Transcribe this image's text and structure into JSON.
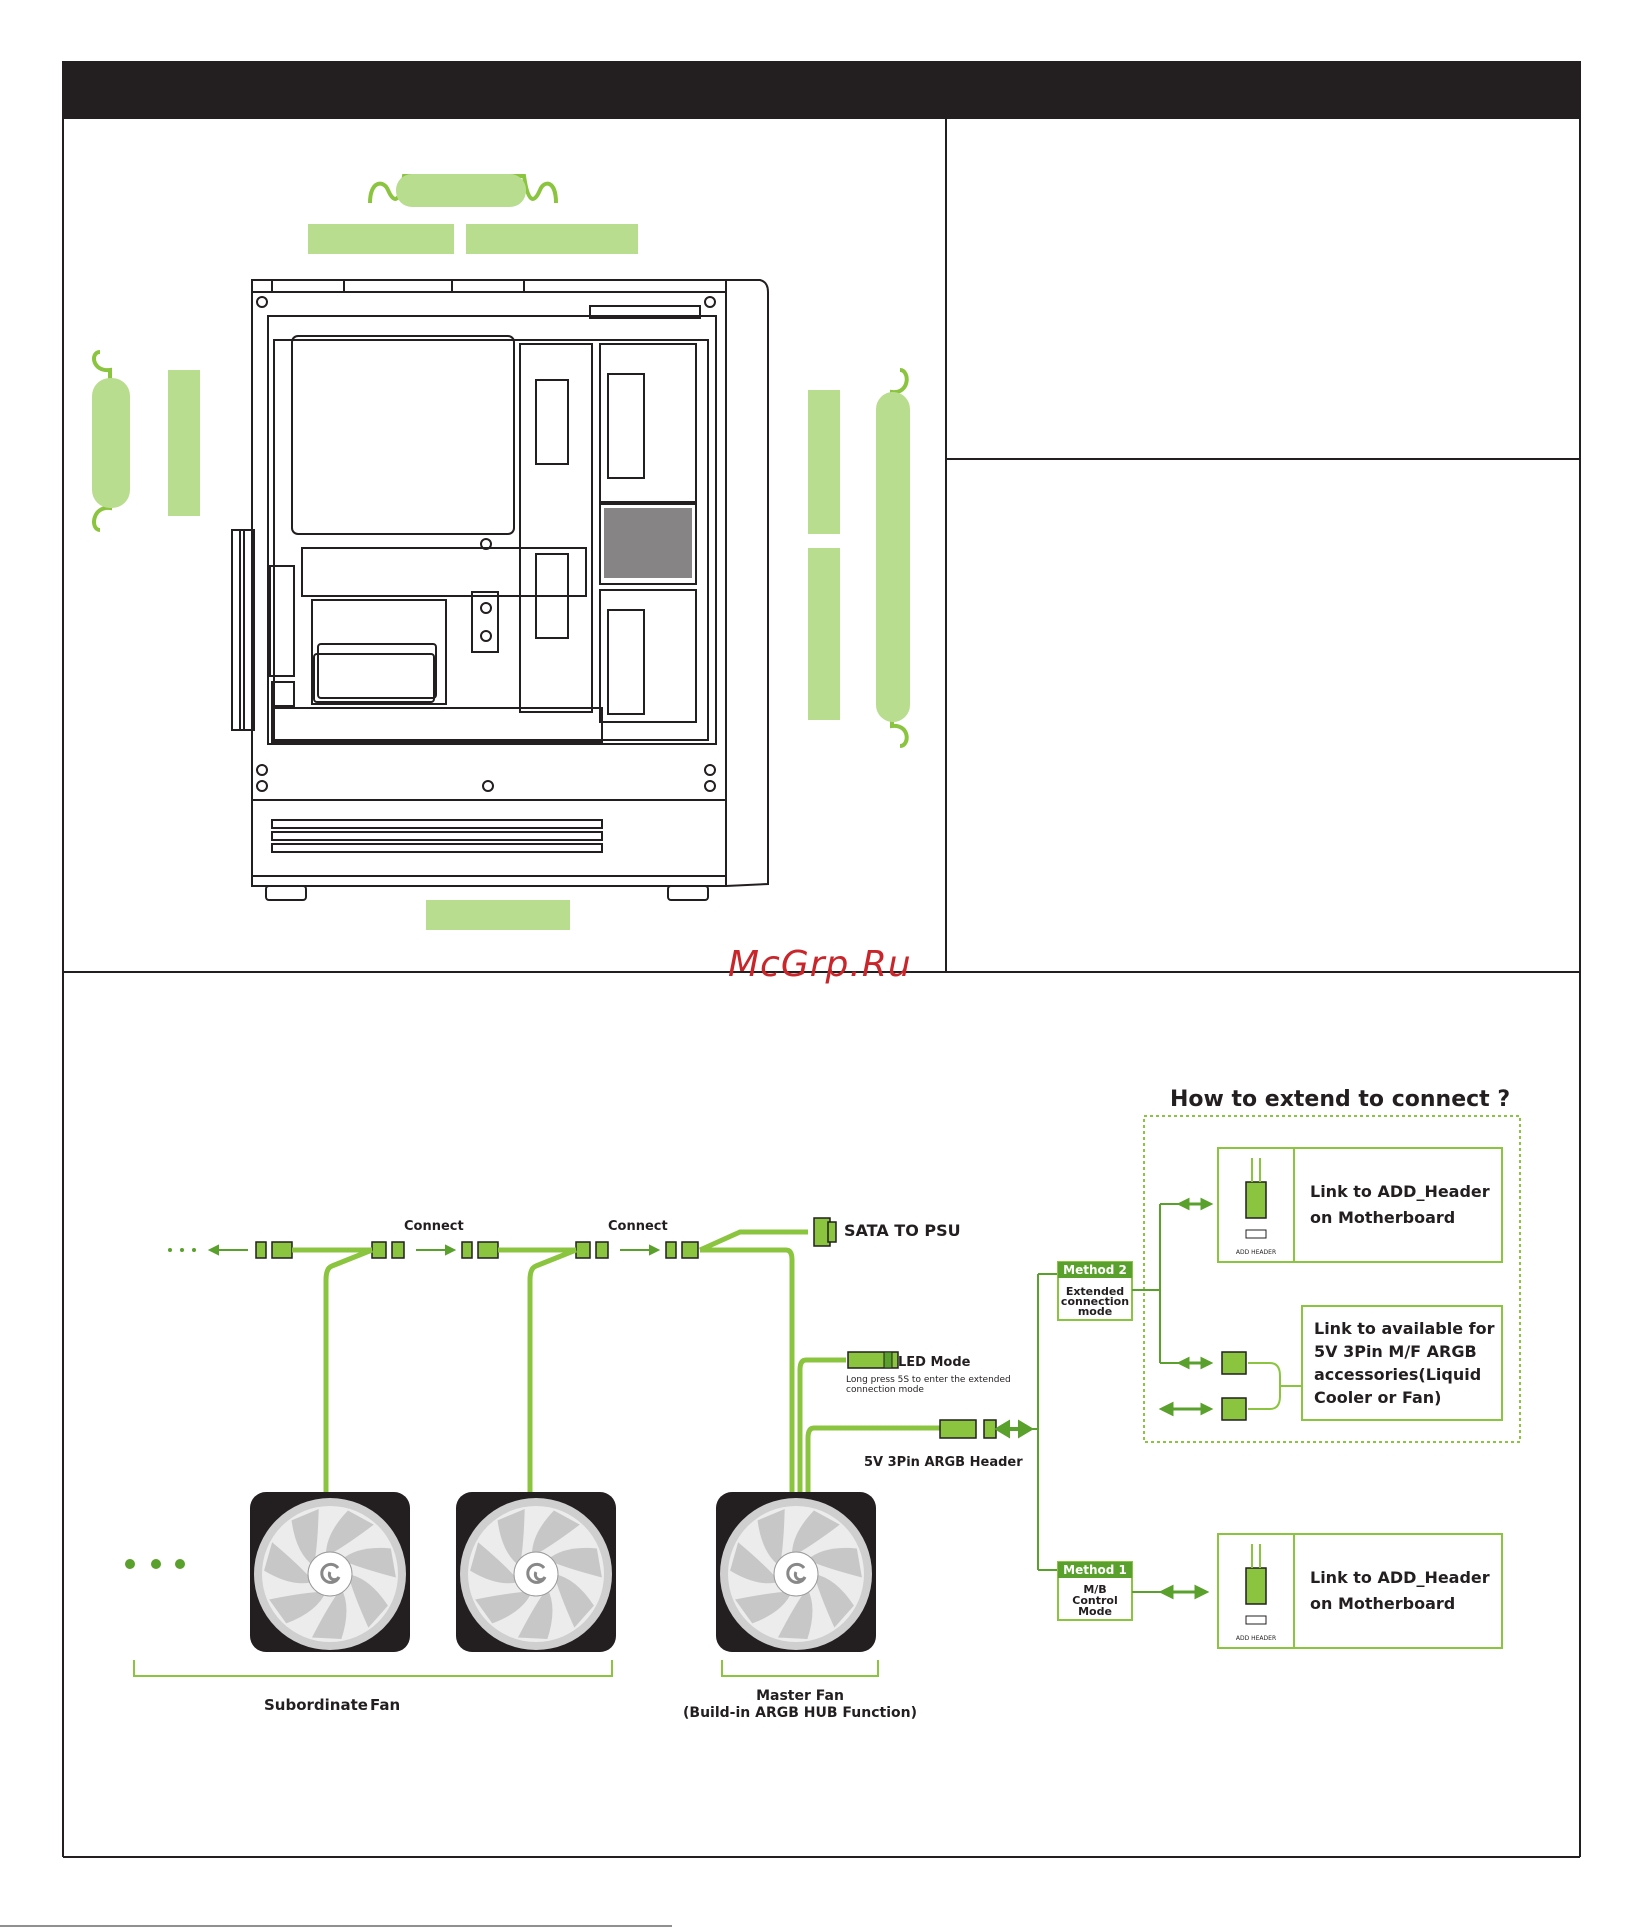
{
  "watermark": "McGrp.Ru",
  "colors": {
    "accent": "#8bc53f",
    "accent_light": "#b9dd8e",
    "dark": "#231f20",
    "green_dark": "#5aa02c"
  },
  "diagram": {
    "title": "How to extend to connect ?",
    "sata_label": "SATA TO PSU",
    "connect_label_1": "Connect",
    "connect_label_2": "Connect",
    "led_mode": "LED Mode",
    "led_mode_note_1": "Long press 5S to enter the extended",
    "led_mode_note_2": "connection mode",
    "argb_header": "5V 3Pin ARGB Header",
    "method2": "Method 2",
    "method2_desc": [
      "Extended",
      "connection",
      "mode"
    ],
    "method1": "Method 1",
    "method1_desc": [
      "M/B",
      "Control",
      "Mode"
    ],
    "box1_line1": "Link to ADD_Header",
    "box1_line2": "on Motherboard",
    "box2_lines": [
      "Link to available for",
      "5V 3Pin M/F ARGB",
      "accessories(Liquid",
      "Cooler or Fan)"
    ],
    "box3_line1": "Link to ADD_Header",
    "box3_line2": "on Motherboard",
    "add_header_small": "ADD HEADER",
    "subordinate_fan_a": "Subordinate",
    "subordinate_fan_b": "Fan",
    "master_fan_1": "Master Fan",
    "master_fan_2": "(Build-in ARGB HUB Function)"
  }
}
